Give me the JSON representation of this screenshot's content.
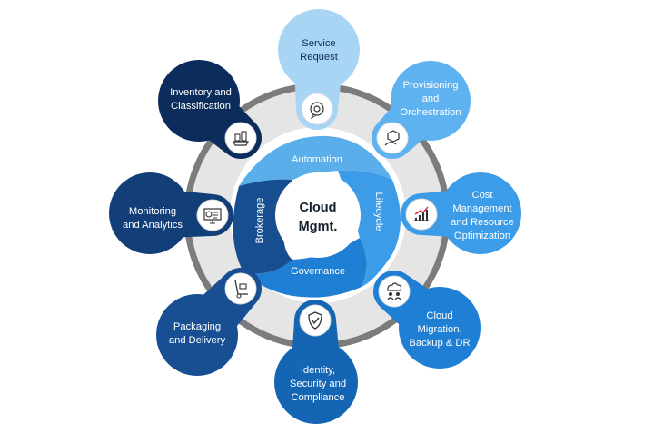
{
  "center": {
    "line1": "Cloud",
    "line2": "Mgmt."
  },
  "inner_segments": {
    "automation": "Automation",
    "lifecycle": "Lifecycle",
    "governance": "Governance",
    "brokerage": "Brokerage"
  },
  "nodes": [
    {
      "key": "service-request",
      "lines": [
        "Service",
        "Request"
      ],
      "icon": "gear-chat-icon",
      "color": "#a9d5f5"
    },
    {
      "key": "provisioning",
      "lines": [
        "Provisioning",
        "and",
        "Orchestration"
      ],
      "icon": "cube-hand-icon",
      "color": "#5fb2f0"
    },
    {
      "key": "cost-management",
      "lines": [
        "Cost",
        "Management",
        "and Resource",
        "Optimization"
      ],
      "icon": "chart-up-icon",
      "color": "#3d9ce8"
    },
    {
      "key": "cloud-migration",
      "lines": [
        "Cloud",
        "Migration,",
        "Backup & DR"
      ],
      "icon": "cloud-people-icon",
      "color": "#1f7fd4"
    },
    {
      "key": "identity-security",
      "lines": [
        "Identity,",
        "Security and",
        "Compliance"
      ],
      "icon": "shield-check-icon",
      "color": "#1565b5"
    },
    {
      "key": "packaging-delivery",
      "lines": [
        "Packaging",
        "and Delivery"
      ],
      "icon": "hand-truck-icon",
      "color": "#184f93"
    },
    {
      "key": "monitoring-analytics",
      "lines": [
        "Monitoring",
        "and Analytics"
      ],
      "icon": "dashboard-monitor-icon",
      "color": "#123f78"
    },
    {
      "key": "inventory-classification",
      "lines": [
        "Inventory and",
        "Classification"
      ],
      "icon": "boxes-cart-icon",
      "color": "#0c2d5b"
    }
  ]
}
